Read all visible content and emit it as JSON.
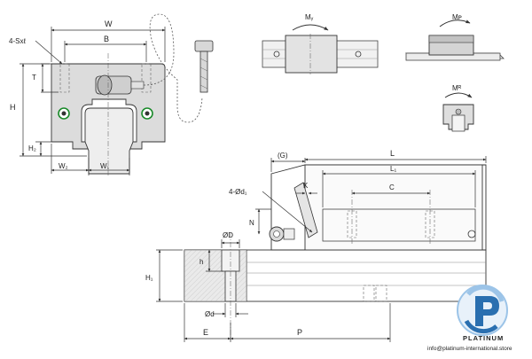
{
  "front_view": {
    "labels": {
      "W": "W",
      "B": "B",
      "screw": "4-Sxℓ",
      "T": "T",
      "H": "H",
      "H2": "H₂",
      "W2": "W₂",
      "W1": "W₁"
    }
  },
  "moments": {
    "My": "Mᵧ",
    "Mp": "Mᴘ",
    "Mr": "Mᴿ"
  },
  "side_view": {
    "labels": {
      "G": "(G)",
      "L": "L",
      "L1": "L₁",
      "C": "C",
      "K": "K",
      "holes": "4-Ød₁",
      "N": "N",
      "D": "ØD",
      "h": "h",
      "H1": "H₁",
      "d": "Ød",
      "E": "E",
      "P": "P"
    }
  },
  "brand": {
    "name": "PLATINUM",
    "email": "info@platinum-international.store",
    "colors": {
      "primary": "#2a6fb0",
      "light": "#9cc4e8"
    }
  }
}
